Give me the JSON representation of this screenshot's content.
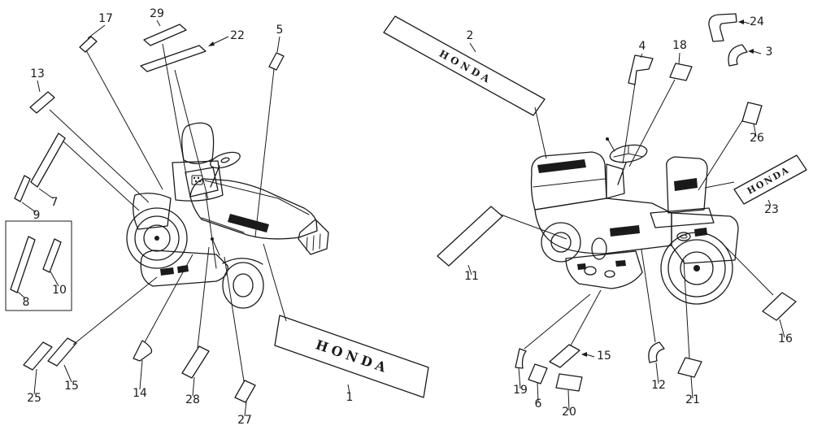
{
  "colors": {
    "ink": "#1a1a1a",
    "paper": "#ffffff"
  },
  "brand": "HONDA",
  "labels": {
    "1": "1",
    "2": "2",
    "3": "3",
    "4": "4",
    "5": "5",
    "6": "6",
    "7": "7",
    "8": "8",
    "9": "9",
    "10": "10",
    "11": "11",
    "12": "12",
    "13": "13",
    "14": "14",
    "15": "15",
    "16": "16",
    "17": "17",
    "18": "18",
    "19": "19",
    "20": "20",
    "21": "21",
    "22": "22",
    "23": "23",
    "24": "24",
    "25": "25",
    "26": "26",
    "27": "27",
    "28": "28",
    "29": "29"
  }
}
